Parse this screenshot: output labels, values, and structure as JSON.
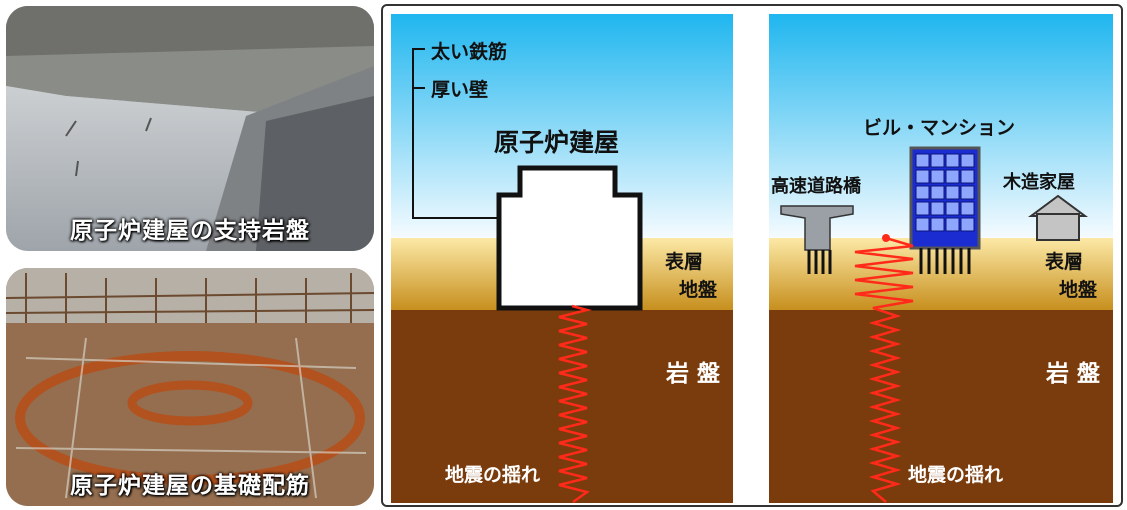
{
  "photos": [
    {
      "caption": "原子炉建屋の支持岩盤"
    },
    {
      "caption": "原子炉建屋の基礎配筋"
    }
  ],
  "left_panel": {
    "callout_1": "太い鉄筋",
    "callout_2": "厚い壁",
    "building": "原子炉建屋",
    "surface_1": "表層",
    "surface_2": "地盤",
    "rock": "岩 盤",
    "quake": "地震の揺れ"
  },
  "right_panel": {
    "building": "ビル・マンション",
    "bridge": "高速道路橋",
    "house": "木造家屋",
    "surface_1": "表層",
    "surface_2": "地盤",
    "rock": "岩 盤",
    "quake": "地震の揺れ"
  },
  "colors": {
    "sky_top": "#1fb6ef",
    "sky_bottom": "#f5fbff",
    "surface_top": "#fce9a6",
    "surface_bottom": "#c78f1e",
    "rock": "#7a3c0c",
    "wave": "#ff2a1a",
    "window": "#2233cc"
  }
}
